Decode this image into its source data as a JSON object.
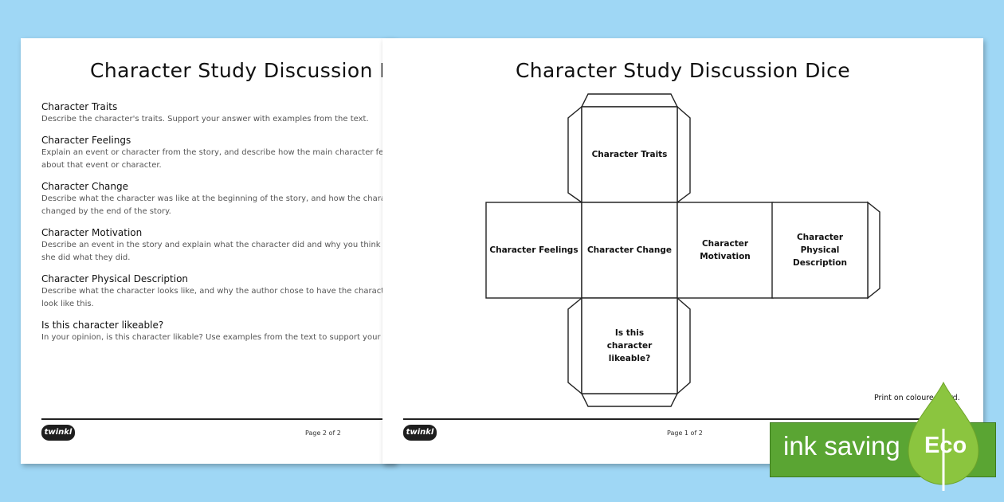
{
  "colors": {
    "background": "#9fd7f5",
    "eco_green": "#5aa533",
    "leaf_green": "#8bc53f"
  },
  "back_page": {
    "title": "Character Study Discussion Dice",
    "sections": [
      {
        "heading": "Character Traits",
        "lines": [
          "Describe the character's traits. Support your answer with examples from the text."
        ]
      },
      {
        "heading": "Character Feelings",
        "lines": [
          "Explain an event or character from the story, and describe how the main character feels",
          "about that event or character."
        ]
      },
      {
        "heading": "Character Change",
        "lines": [
          "Describe what the character was like at the beginning of the story, and how the character",
          "changed by the end of the story."
        ]
      },
      {
        "heading": "Character Motivation",
        "lines": [
          "Describe an event in the story and explain what the character did and why you think he or",
          "she did what they did."
        ]
      },
      {
        "heading": "Character Physical Description",
        "lines": [
          "Describe what the character looks like, and why the author chose to have the character",
          "look like this."
        ]
      },
      {
        "heading": "Is this character likeable?",
        "lines": [
          "In your opinion, is this character likable? Use examples from the text to support your answer."
        ]
      }
    ],
    "logo_text": "twinkl",
    "page_number": "Page 2 of 2"
  },
  "front_page": {
    "title": "Character Study Discussion Dice",
    "faces": {
      "top": "Character Traits",
      "left": "Character Feelings",
      "center": "Character Change",
      "right": "Character Motivation",
      "far_right": "Character Physical Description",
      "bottom": "Is this character likeable?"
    },
    "print_note": "Print on coloured card.",
    "logo_text": "twinkl",
    "page_number": "Page 1 of 2"
  },
  "badge": {
    "text": "ink saving",
    "label": "Eco",
    "icon": "leaf-icon"
  }
}
